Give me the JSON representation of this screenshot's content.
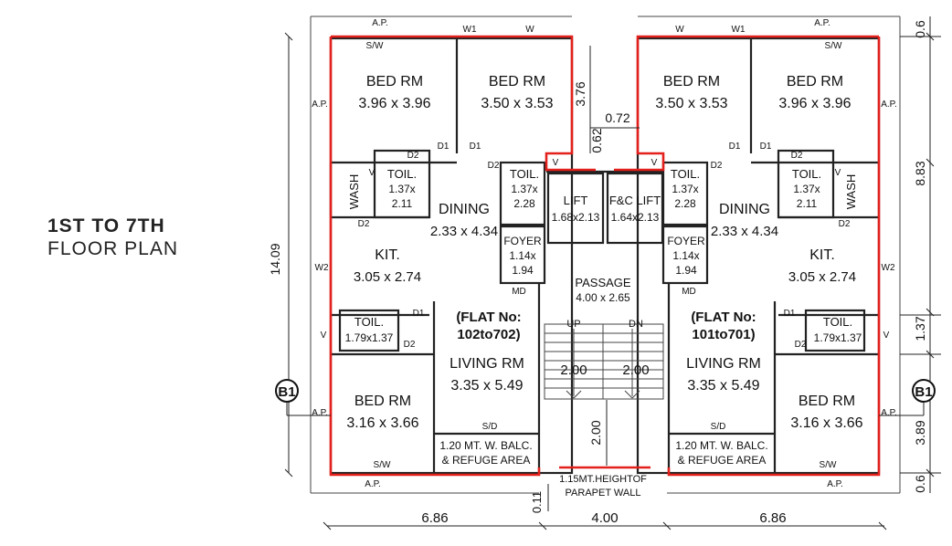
{
  "caption": {
    "line1": "1ST TO 7TH",
    "line2": "FLOOR PLAN"
  },
  "left_flat": {
    "flat_no_line1": "(FLAT No:",
    "flat_no_line2": "102to702)",
    "bed1": {
      "name": "BED RM",
      "size": "3.96 x 3.96"
    },
    "bed2": {
      "name": "BED RM",
      "size": "3.50 x 3.53"
    },
    "toil1": {
      "name": "TOIL.",
      "size_a": "1.37x",
      "size_b": "2.11"
    },
    "toil2": {
      "name": "TOIL.",
      "size_a": "1.37x",
      "size_b": "2.28"
    },
    "wash": "WASH",
    "dining": {
      "name": "DINING",
      "size": "2.33 x 4.34"
    },
    "kit": {
      "name": "KIT.",
      "size": "3.05 x 2.74"
    },
    "foyer": {
      "name": "FOYER",
      "size_a": "1.14x",
      "size_b": "1.94"
    },
    "toil3": {
      "name": "TOIL.",
      "size": "1.79x1.37"
    },
    "living": {
      "name": "LIVING RM",
      "size": "3.35 x 5.49"
    },
    "bed3": {
      "name": "BED RM",
      "size": "3.16 x 3.66"
    },
    "balc_line1": "1.20 MT. W. BALC.",
    "balc_line2": "& REFUGE AREA"
  },
  "right_flat": {
    "flat_no_line1": "(FLAT No:",
    "flat_no_line2": "101to701)",
    "bed1": {
      "name": "BED RM",
      "size": "3.50 x 3.53"
    },
    "bed2": {
      "name": "BED RM",
      "size": "3.96 x 3.96"
    },
    "toil1": {
      "name": "TOIL.",
      "size_a": "1.37x",
      "size_b": "2.28"
    },
    "toil2": {
      "name": "TOIL.",
      "size_a": "1.37x",
      "size_b": "2.11"
    },
    "wash": "WASH",
    "dining": {
      "name": "DINING",
      "size": "2.33 x 4.34"
    },
    "kit": {
      "name": "KIT.",
      "size": "3.05 x 2.74"
    },
    "foyer": {
      "name": "FOYER",
      "size_a": "1.14x",
      "size_b": "1.94"
    },
    "toil3": {
      "name": "TOIL.",
      "size": "1.79x1.37"
    },
    "living": {
      "name": "LIVING RM",
      "size": "3.35 x 5.49"
    },
    "bed3": {
      "name": "BED RM",
      "size": "3.16 x 3.66"
    },
    "balc_line1": "1.20 MT. W. BALC.",
    "balc_line2": "& REFUGE AREA"
  },
  "core": {
    "lift": {
      "name": "LIFT",
      "size": "1.68x2.13"
    },
    "fc_lift": {
      "name": "F&C LIFT",
      "size": "1.64x2.13"
    },
    "passage": {
      "name": "PASSAGE",
      "size": "4.00 x 2.65"
    },
    "up": "UP",
    "dn": "DN",
    "stair_w1": "2.00",
    "stair_w2": "2.00",
    "stair_len": "2.00",
    "parapet_line1": "1.15MT.HEIGHTOF",
    "parapet_line2": "PARAPET WALL"
  },
  "labels": {
    "ap": "A.P.",
    "sw": "S/W",
    "w1": "W1",
    "w": "W",
    "w2": "W2",
    "d1": "D1",
    "d2": "D2",
    "v": "V",
    "md": "MD",
    "sd": "S/D",
    "grid": "B1"
  },
  "dimensions": {
    "left_height": "14.09",
    "right_top": "0.6",
    "right_mid": "8.83",
    "right_low": "1.37",
    "right_bottom": "3.89",
    "right_end": "0.6",
    "core_top": "3.76",
    "core_gap": "0.72",
    "core_gap2": "0.62",
    "bottom_left": "6.86",
    "bottom_mid": "4.00",
    "bottom_right": "6.86",
    "bottom_small": "0.11"
  }
}
